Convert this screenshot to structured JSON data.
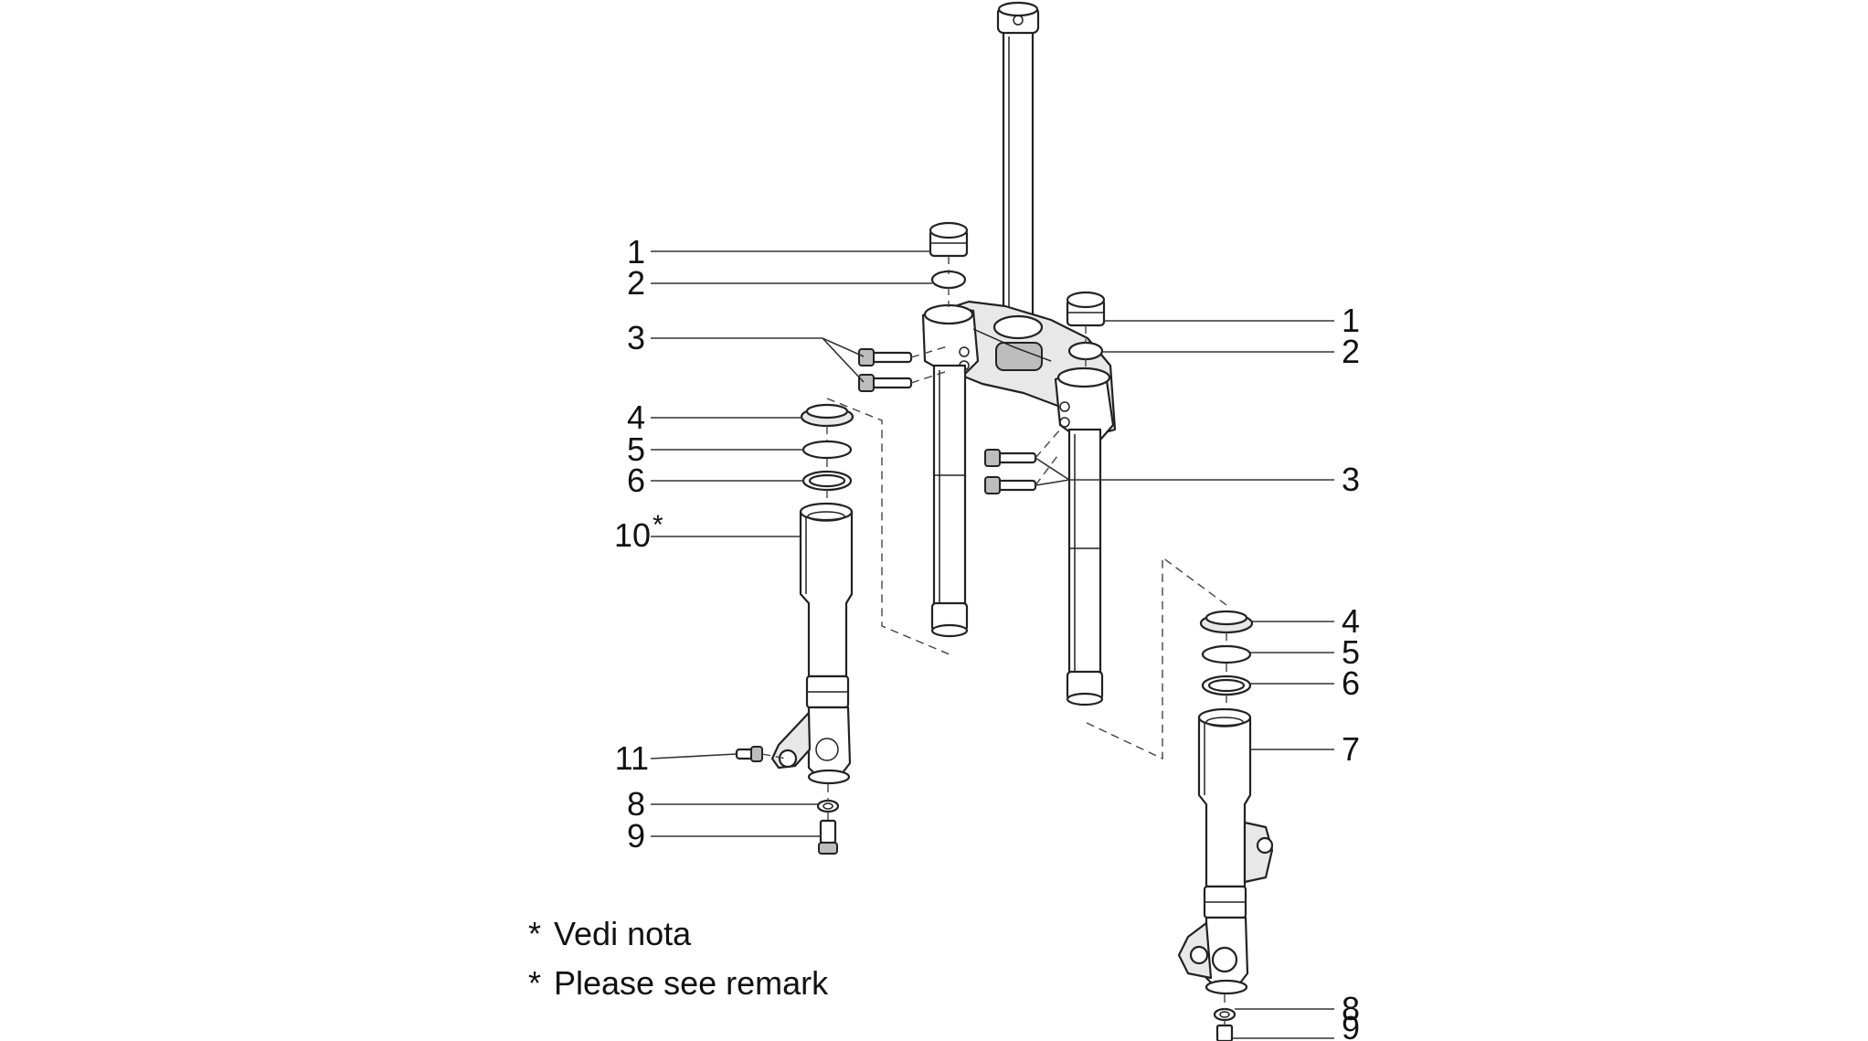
{
  "callouts": [
    {
      "id": "L1a",
      "text": "1"
    },
    {
      "id": "L2a",
      "text": "2"
    },
    {
      "id": "L3a",
      "text": "3"
    },
    {
      "id": "L4a",
      "text": "4"
    },
    {
      "id": "L5a",
      "text": "5"
    },
    {
      "id": "L6a",
      "text": "6"
    },
    {
      "id": "L10",
      "text": "10",
      "star": "*"
    },
    {
      "id": "L11",
      "text": "11"
    },
    {
      "id": "L8a",
      "text": "8"
    },
    {
      "id": "L9a",
      "text": "9"
    },
    {
      "id": "L1b",
      "text": "1"
    },
    {
      "id": "L2b",
      "text": "2"
    },
    {
      "id": "L3b",
      "text": "3"
    },
    {
      "id": "L4b",
      "text": "4"
    },
    {
      "id": "L5b",
      "text": "5"
    },
    {
      "id": "L6b",
      "text": "6"
    },
    {
      "id": "L7",
      "text": "7"
    },
    {
      "id": "L8b",
      "text": "8"
    },
    {
      "id": "L9b",
      "text": "9"
    }
  ],
  "notes": {
    "star": "*",
    "italian": "Vedi nota",
    "english": "Please see remark"
  }
}
